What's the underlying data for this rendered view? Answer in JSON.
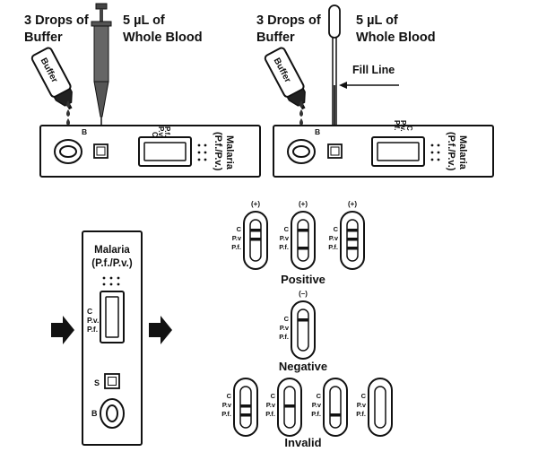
{
  "steps": [
    {
      "buffer_label": "3 Drops of Buffer",
      "buffer_line1": "3 Drops of",
      "buffer_line2": "Buffer",
      "blood_line1": "5 µL of",
      "blood_line2": "Whole Blood",
      "bottle_label": "Buffer",
      "cassette_name_1": "Malaria",
      "cassette_name_2": "(P.f./P.v.)",
      "markers": [
        "C",
        "P.v.",
        "P.f."
      ],
      "well_letter": "B"
    },
    {
      "buffer_line1": "3 Drops of",
      "buffer_line2": "Buffer",
      "blood_line1": "5 µL of",
      "blood_line2": "Whole Blood",
      "fill_line": "Fill Line",
      "bottle_label": "Buffer",
      "cassette_name_1": "Malaria",
      "cassette_name_2": "(P.f./P.v.)",
      "markers": [
        "C",
        "P.v.",
        "P.f."
      ],
      "well_letter": "B"
    }
  ],
  "cassette_vertical": {
    "name_1": "Malaria",
    "name_2": "(P.f./P.v.)",
    "markers": [
      "C",
      "P.v.",
      "P.f."
    ],
    "sample_letter": "S",
    "buffer_letter": "B"
  },
  "results": {
    "positive": {
      "title": "Positive",
      "windows": [
        {
          "sign": "(+)",
          "lines": [
            "C",
            "P.v"
          ]
        },
        {
          "sign": "(+)",
          "lines": [
            "C",
            "P.f"
          ]
        },
        {
          "sign": "(+)",
          "lines": [
            "C",
            "P.v",
            "P.f"
          ]
        }
      ]
    },
    "negative": {
      "title": "Negative",
      "windows": [
        {
          "sign": "(–)",
          "lines": [
            "C"
          ]
        }
      ]
    },
    "invalid": {
      "title": "Invalid",
      "windows": [
        {
          "lines": [
            "P.v",
            "P.f"
          ]
        },
        {
          "lines": [
            "P.v"
          ]
        },
        {
          "lines": [
            "P.f"
          ]
        },
        {
          "lines": []
        }
      ]
    },
    "window_labels": [
      "C",
      "P.v",
      "P.f."
    ]
  }
}
